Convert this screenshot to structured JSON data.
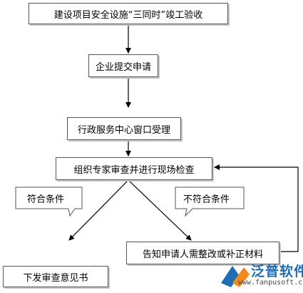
{
  "nodes": {
    "acceptance": "建设项目安全设施“三同时”竣工验收",
    "submit": "企业提交申请",
    "service_window": "行政服务中心窗口受理",
    "inspection": "组织专家审查并进行现场检查",
    "notify": "告知申请人需整改或补正材料",
    "opinion": "下发审查意见书"
  },
  "callouts": {
    "pass": "符合条件",
    "fail": "不符合条件"
  },
  "logo": {
    "name": "泛普软件",
    "url": "www.fanpusoft.com",
    "colors": {
      "primary": "#1f6db5",
      "accent": "#f08a1c"
    }
  }
}
